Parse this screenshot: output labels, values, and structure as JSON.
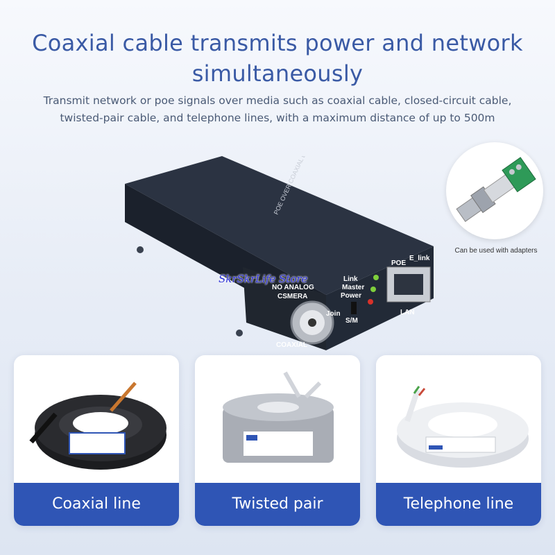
{
  "header": {
    "title": "Coaxial cable transmits power and network simultaneously",
    "subtitle": "Transmit network or poe signals over media such as coaxial cable, closed-circuit cable, twisted-pair cable, and telephone lines, with a maximum distance of up to 500m"
  },
  "device": {
    "top_label": "POE OVER COAXIAL LAN CONVERTER",
    "camera_label_1": "NO ANALOG",
    "camera_label_2": "CSMERA",
    "coaxial_label": "COAXIAL",
    "led_link": "Link",
    "led_master": "Master",
    "led_power": "Power",
    "switch_join": "Join",
    "switch_sm": "S/M",
    "poe_label": "POE",
    "elink_label": "E_link",
    "lan_label": "LAN"
  },
  "adapter": {
    "caption": "Can be used with adapters"
  },
  "watermark": "SkrSkrLife Store",
  "cards": [
    {
      "label": "Coaxial line"
    },
    {
      "label": "Twisted pair"
    },
    {
      "label": "Telephone line"
    }
  ],
  "colors": {
    "accent": "#2f55b5",
    "title": "#3a5aa5",
    "device_body": "#1f2633"
  }
}
